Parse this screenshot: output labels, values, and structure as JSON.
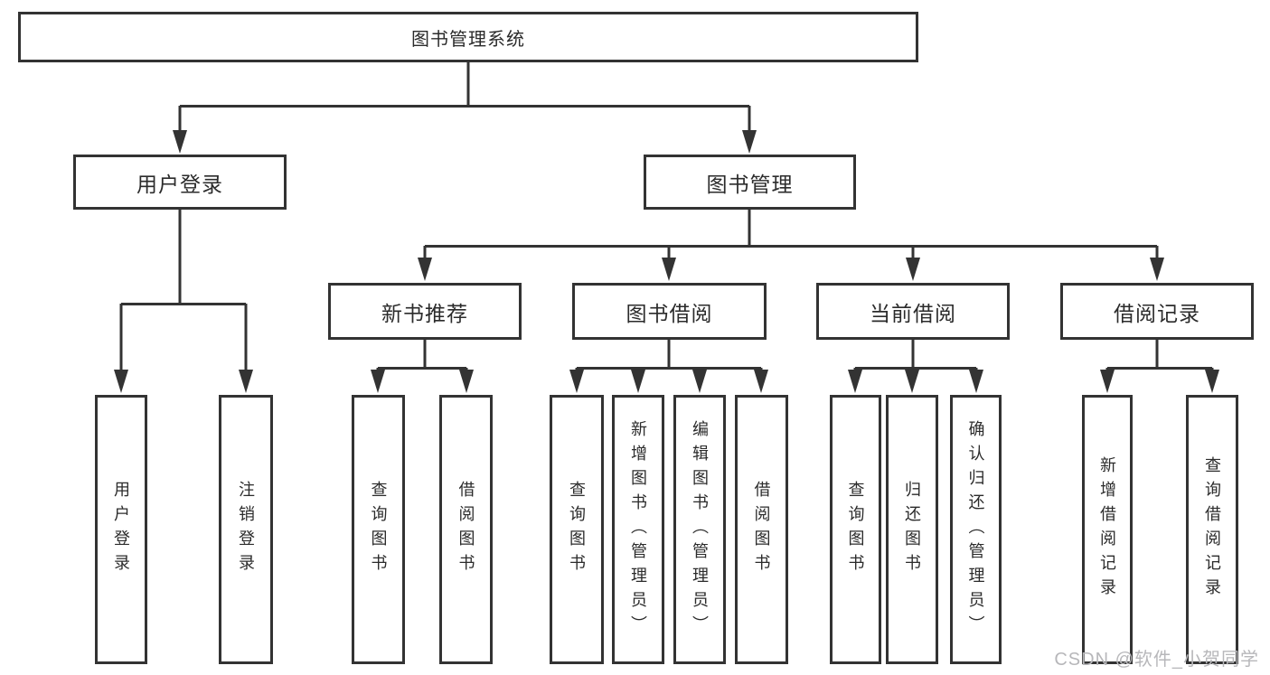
{
  "diagram": {
    "root": "图书管理系统",
    "level2": {
      "user_login": "用户登录",
      "book_management": "图书管理"
    },
    "level3": [
      "新书推荐",
      "图书借阅",
      "当前借阅",
      "借阅记录"
    ],
    "leaves": {
      "user_login": [
        "用户登录",
        "注销登录"
      ],
      "new_book_recommend": [
        "查询图书",
        "借阅图书"
      ],
      "book_borrow": [
        "查询图书",
        "新增图书（管理员）",
        "编辑图书（管理员）",
        "借阅图书"
      ],
      "current_borrow": [
        "查询图书",
        "归还图书",
        "确认归还（管理员）"
      ],
      "borrow_record": [
        "新增借阅记录",
        "查询借阅记录"
      ]
    }
  },
  "watermark": "CSDN @软件_小贺同学",
  "colors": {
    "line": "#333333",
    "text": "#2b2b2b",
    "watermark": "#b7b7ba",
    "background": "#ffffff"
  }
}
